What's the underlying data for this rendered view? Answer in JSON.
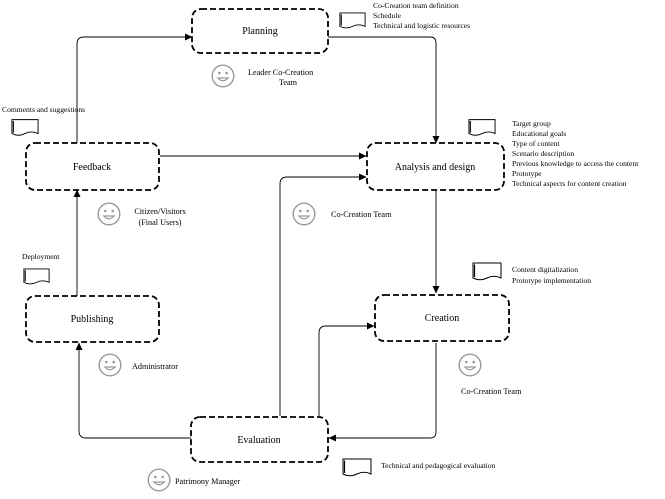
{
  "nodes": {
    "planning": "Planning",
    "analysis": "Analysis and design",
    "creation": "Creation",
    "evaluation": "Evaluation",
    "publishing": "Publishing",
    "feedback": "Feedback"
  },
  "roles": {
    "planning": [
      "Leader Co-Creation",
      "Team"
    ],
    "analysis": [
      "Co-Creation Team"
    ],
    "creation": [
      "Co-Creation Team"
    ],
    "evaluation": [
      "Patrimony Manager"
    ],
    "publishing": [
      "Administrator"
    ],
    "feedback": [
      "Citizen/Visitors",
      "(Final Users)"
    ]
  },
  "documents": {
    "planning": [
      "Co-Creation team definition",
      "Schedule",
      "Technical and logistic resources"
    ],
    "analysis": [
      "Target group",
      "Educational goals",
      "Type of content",
      "Scenario description",
      "Previous knowledge to access the content",
      "Prototype",
      "Technical aspects for content creation"
    ],
    "creation": [
      "Content digitalization",
      "Prototype implementation"
    ],
    "evaluation": [
      "Technical and pedagogical evaluation"
    ],
    "publishing": [
      "Deployment"
    ],
    "feedback": [
      "Comments and suggestions"
    ]
  },
  "icons": {
    "role": "smiley-face-icon",
    "document": "document-icon"
  }
}
